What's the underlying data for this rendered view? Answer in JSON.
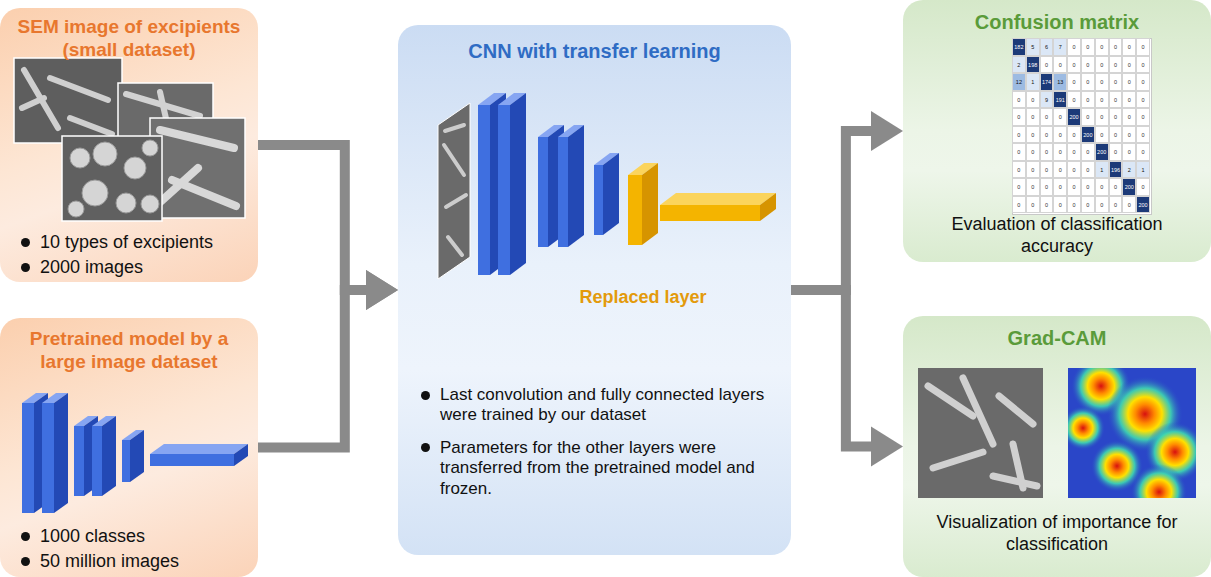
{
  "diagram": {
    "nodes": [
      {
        "text": [
          "SEM image of excipients (small dataset)",
          "10 types of excipients",
          "2000 images"
        ]
      },
      {
        "text": [
          "Pretrained model by a large image dataset",
          "1000 classes",
          "50 million images"
        ]
      },
      {
        "text": [
          "CNN with transfer learning",
          "Replaced layer",
          "Last convolution and fully connected layers were trained by our dataset",
          "Parameters for the other layers were transferred from the pretrained model and frozen."
        ]
      },
      {
        "text": [
          "Confusion matrix",
          "Evaluation of classification accuracy"
        ]
      },
      {
        "text": [
          "Grad-CAM",
          "Visualization of importance for classification"
        ]
      }
    ],
    "edges": [
      {
        "from": 0,
        "to": 2,
        "arrow": "to"
      },
      {
        "from": 1,
        "to": 2,
        "arrow": "to"
      },
      {
        "from": 2,
        "to": 3,
        "arrow": "to"
      },
      {
        "from": 2,
        "to": 4,
        "arrow": "to"
      }
    ],
    "labels": [
      "182",
      "5",
      "6",
      "7",
      "0",
      "0",
      "0",
      "0",
      "0",
      "0",
      "2",
      "198",
      "0",
      "0",
      "0",
      "0",
      "0",
      "0",
      "0",
      "0",
      "12",
      "1",
      "174",
      "13",
      "0",
      "0",
      "0",
      "0",
      "0",
      "0",
      "0",
      "0",
      "9",
      "191",
      "0",
      "0",
      "0",
      "0",
      "0",
      "0",
      "0",
      "0",
      "0",
      "0",
      "200",
      "0",
      "0",
      "0",
      "0",
      "0",
      "0",
      "0",
      "0",
      "0",
      "0",
      "200",
      "0",
      "0",
      "0",
      "0",
      "0",
      "0",
      "0",
      "0",
      "0",
      "0",
      "200",
      "0",
      "0",
      "0",
      "0",
      "0",
      "0",
      "0",
      "0",
      "0",
      "1",
      "196",
      "2",
      "1",
      "0",
      "0",
      "0",
      "0",
      "0",
      "0",
      "0",
      "0",
      "200",
      "0",
      "0",
      "0",
      "0",
      "0",
      "0",
      "0",
      "0",
      "0",
      "0",
      "200"
    ]
  }
}
